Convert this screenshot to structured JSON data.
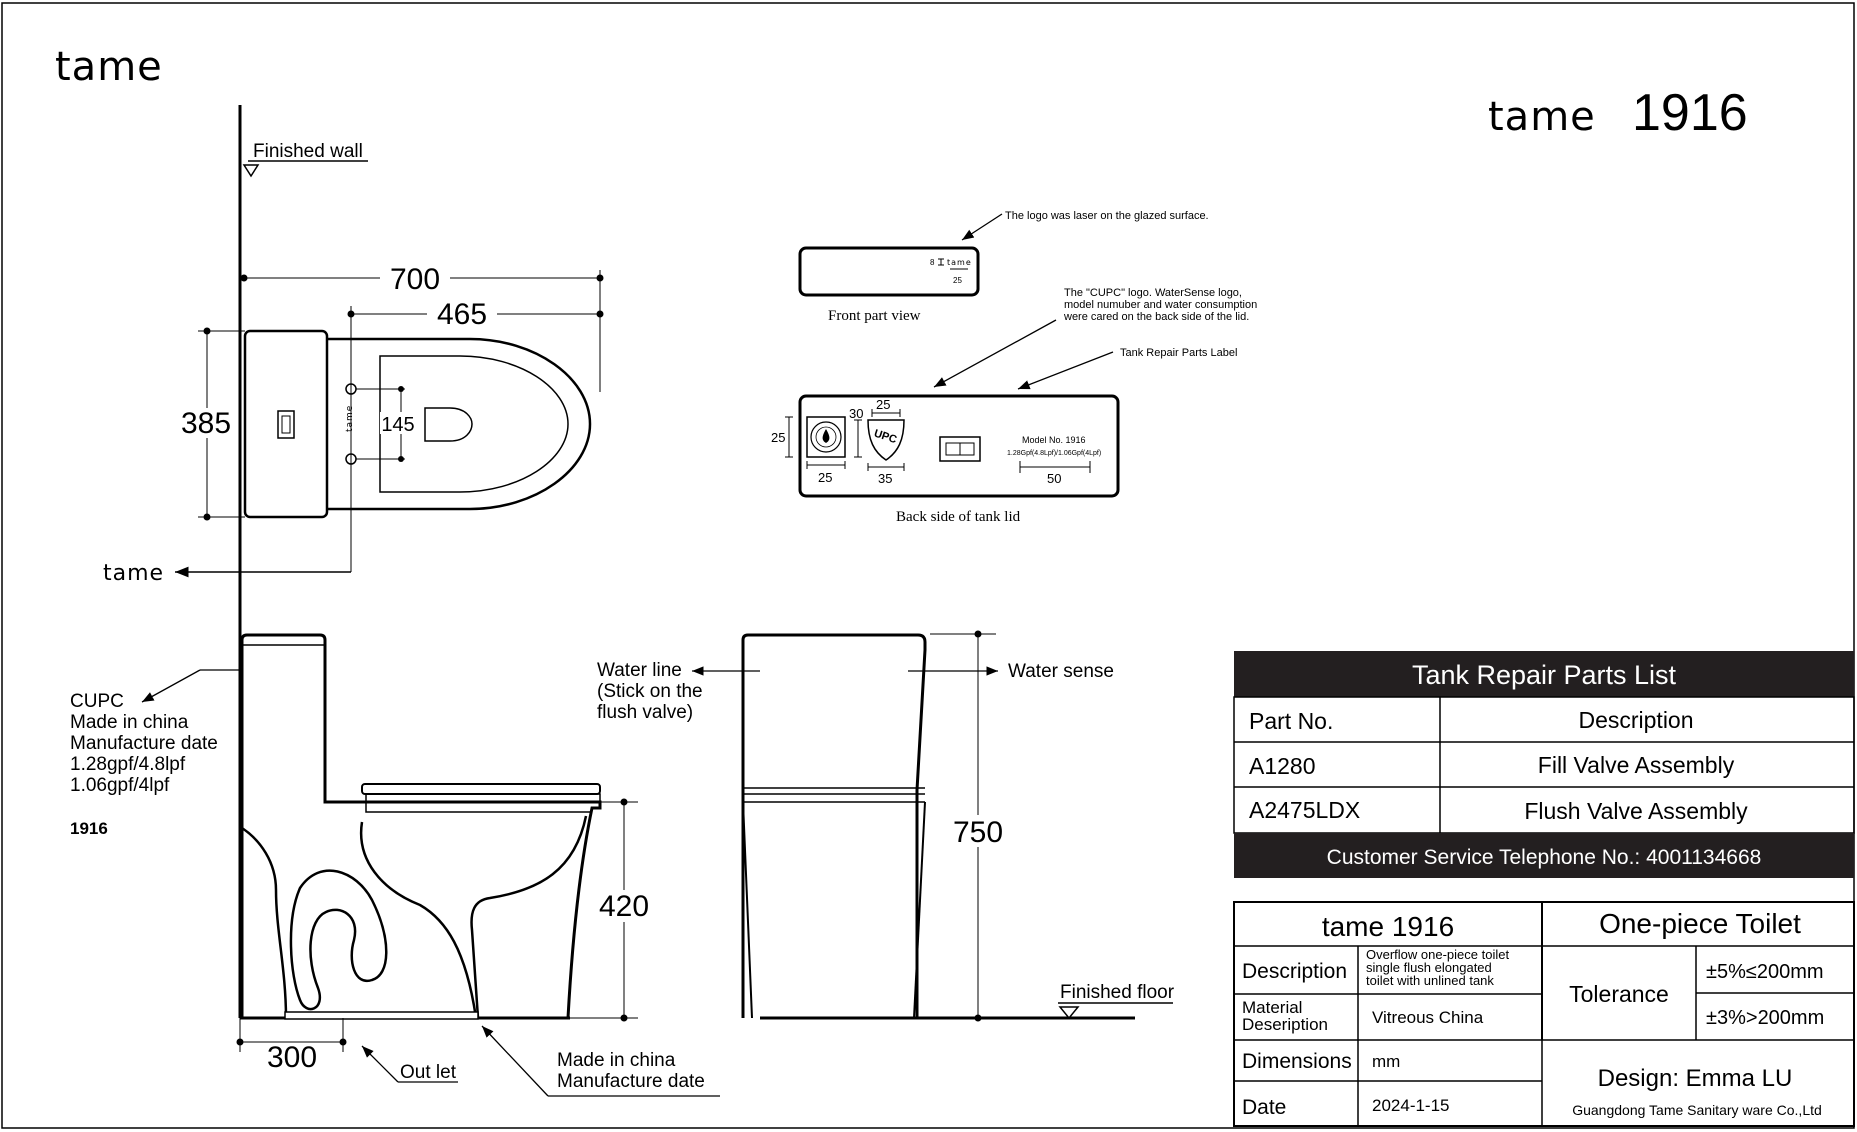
{
  "brand": {
    "logo": "tame",
    "model": "1916"
  },
  "top_view": {
    "finished_wall": "Finished wall",
    "dim_length": "700",
    "dim_inner": "465",
    "dim_width": "385",
    "dim_hole": "145",
    "tank_mark": "tame",
    "arrow_label": "tame"
  },
  "lid_views": {
    "laser_note": "The logo was laser on the glazed surface.",
    "front_label": "Front part view",
    "front_dim_h": "8",
    "front_logo": "tame",
    "front_dim_w": "25",
    "cupc_note_lines": [
      "The \"CUPC\" logo. WaterSense logo,",
      "model numuber and water consumption",
      "were cared on the back side of the lid."
    ],
    "repair_label": "Tank Repair Parts Label",
    "back_label": "Back side of tank lid",
    "dim_25a": "25",
    "dim_30": "30",
    "dim_25b": "25",
    "dim_25c": "25",
    "dim_35": "35",
    "dim_50": "50",
    "upc_text": "UPC",
    "model_line": "Model No. 1916",
    "consumption_line": "1.28Gpf(4.8Lpf)/1.06Gpf(4Lpf)"
  },
  "side_view": {
    "label_lines": [
      "CUPC",
      "Made in china",
      "Manufacture date",
      "1.28gpf/4.8lpf",
      "1.06gpf/4lpf"
    ],
    "model": "1916",
    "dim_420": "420",
    "dim_300": "300",
    "outlet": "Out let",
    "made_lines": [
      "Made in china",
      "Manufacture date"
    ]
  },
  "front_view": {
    "water_line_lines": [
      "Water line",
      "(Stick on the",
      "flush valve)"
    ],
    "water_sense": "Water sense",
    "dim_750": "750",
    "finished_floor": "Finished floor"
  },
  "parts_table": {
    "title": "Tank Repair Parts List",
    "headers": [
      "Part No.",
      "Description"
    ],
    "rows": [
      {
        "part": "A1280",
        "desc": "Fill Valve Assembly"
      },
      {
        "part": "A2475LDX",
        "desc": "Flush Valve Assembly"
      }
    ],
    "footer": "Customer Service Telephone No.: 4001134668"
  },
  "spec_table": {
    "model_title": "tame 1916",
    "product_type": "One-piece Toilet",
    "description_label": "Description",
    "description_lines": [
      "Overflow one-piece toilet",
      "single flush elongated",
      "toilet with unlined tank"
    ],
    "material_label_lines": [
      "Material",
      "Deseription"
    ],
    "material_value": "Vitreous China",
    "dimensions_label": "Dimensions",
    "dimensions_value": "mm",
    "date_label": "Date",
    "date_value": "2024-1-15",
    "tolerance_label": "Tolerance",
    "tolerance_1": "±5%≤200mm",
    "tolerance_2": "±3%>200mm",
    "design": "Design: Emma LU",
    "company": "Guangdong Tame Sanitary ware Co.,Ltd"
  }
}
